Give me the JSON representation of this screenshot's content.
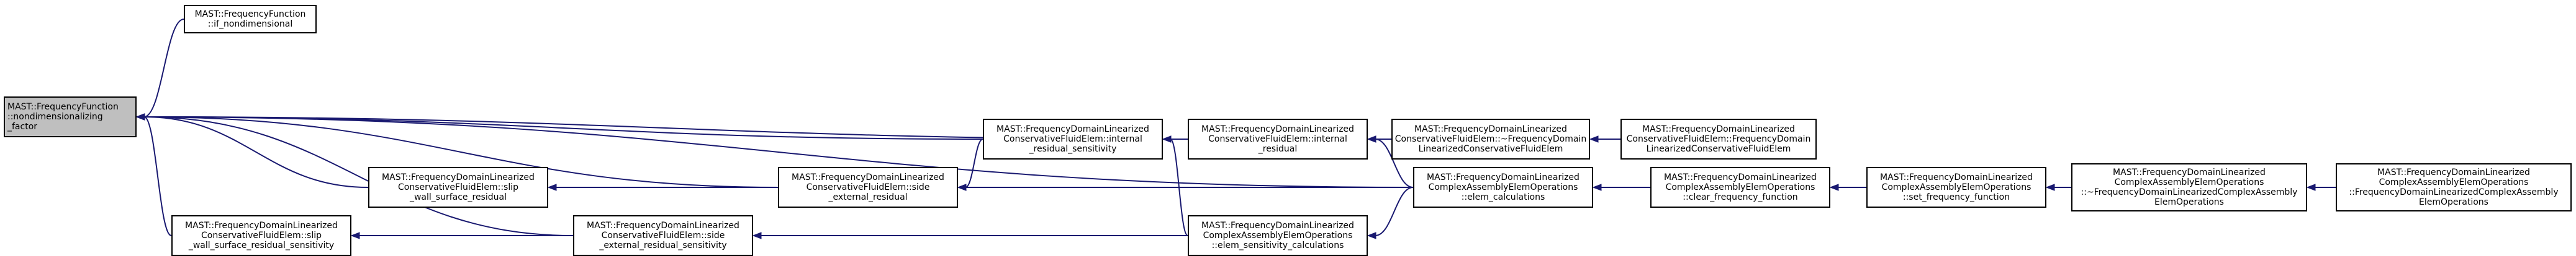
{
  "nodes": [
    {
      "id": "n0",
      "lines": [
        "MAST::FrequencyFunction",
        "::nondimensionalizing",
        "_factor"
      ],
      "highlighted": true
    },
    {
      "id": "n1",
      "lines": [
        "MAST::FrequencyFunction",
        "::if_nondimensional"
      ]
    },
    {
      "id": "n2",
      "lines": [
        "MAST::FrequencyDomainLinearized",
        "ConservativeFluidElem::slip",
        "_wall_surface_residual"
      ]
    },
    {
      "id": "n3",
      "lines": [
        "MAST::FrequencyDomainLinearized",
        "ConservativeFluidElem::slip",
        "_wall_surface_residual_sensitivity"
      ]
    },
    {
      "id": "n4",
      "lines": [
        "MAST::FrequencyDomainLinearized",
        "ConservativeFluidElem::side",
        "_external_residual"
      ]
    },
    {
      "id": "n5",
      "lines": [
        "MAST::FrequencyDomainLinearized",
        "ConservativeFluidElem::side",
        "_external_residual_sensitivity"
      ]
    },
    {
      "id": "n6",
      "lines": [
        "MAST::FrequencyDomainLinearized",
        "ConservativeFluidElem::internal",
        "_residual_sensitivity"
      ]
    },
    {
      "id": "n7",
      "lines": [
        "MAST::FrequencyDomainLinearized",
        "ConservativeFluidElem::internal",
        "_residual"
      ]
    },
    {
      "id": "n8",
      "lines": [
        "MAST::FrequencyDomainLinearized",
        "ComplexAssemblyElemOperations",
        "::elem_sensitivity_calculations"
      ]
    },
    {
      "id": "n9",
      "lines": [
        "MAST::FrequencyDomainLinearized",
        "ConservativeFluidElem::~FrequencyDomain",
        "LinearizedConservativeFluidElem"
      ]
    },
    {
      "id": "n10",
      "lines": [
        "MAST::FrequencyDomainLinearized",
        "ComplexAssemblyElemOperations",
        "::elem_calculations"
      ]
    },
    {
      "id": "n11",
      "lines": [
        "MAST::FrequencyDomainLinearized",
        "ConservativeFluidElem::FrequencyDomain",
        "LinearizedConservativeFluidElem"
      ]
    },
    {
      "id": "n12",
      "lines": [
        "MAST::FrequencyDomainLinearized",
        "ComplexAssemblyElemOperations",
        "::clear_frequency_function"
      ]
    },
    {
      "id": "n13",
      "lines": [
        "MAST::FrequencyDomainLinearized",
        "ComplexAssemblyElemOperations",
        "::set_frequency_function"
      ]
    },
    {
      "id": "n14",
      "lines": [
        "MAST::FrequencyDomainLinearized",
        "ComplexAssemblyElemOperations",
        "::~FrequencyDomainLinearizedComplexAssembly",
        "ElemOperations"
      ]
    },
    {
      "id": "n15",
      "lines": [
        "MAST::FrequencyDomainLinearized",
        "ComplexAssemblyElemOperations",
        "::FrequencyDomainLinearizedComplexAssembly",
        "ElemOperations"
      ]
    }
  ],
  "edges": [
    {
      "from": "n1",
      "to": "n0"
    },
    {
      "from": "n2",
      "to": "n0"
    },
    {
      "from": "n3",
      "to": "n0"
    },
    {
      "from": "n4",
      "to": "n0"
    },
    {
      "from": "n5",
      "to": "n0"
    },
    {
      "from": "n6",
      "to": "n0"
    },
    {
      "from": "n7",
      "to": "n0"
    },
    {
      "from": "n10",
      "to": "n0"
    },
    {
      "from": "n4",
      "to": "n2"
    },
    {
      "from": "n5",
      "to": "n3"
    },
    {
      "from": "n6",
      "to": "n4"
    },
    {
      "from": "n10",
      "to": "n4"
    },
    {
      "from": "n8",
      "to": "n5"
    },
    {
      "from": "n7",
      "to": "n6"
    },
    {
      "from": "n8",
      "to": "n6"
    },
    {
      "from": "n9",
      "to": "n7"
    },
    {
      "from": "n10",
      "to": "n7"
    },
    {
      "from": "n10",
      "to": "n8"
    },
    {
      "from": "n11",
      "to": "n9"
    },
    {
      "from": "n12",
      "to": "n10"
    },
    {
      "from": "n13",
      "to": "n12"
    },
    {
      "from": "n14",
      "to": "n13"
    },
    {
      "from": "n15",
      "to": "n14"
    }
  ],
  "colors": {
    "node_border": "#000000",
    "root_fill": "#bfbfbf",
    "node_fill": "#ffffff",
    "edge": "#191970"
  }
}
